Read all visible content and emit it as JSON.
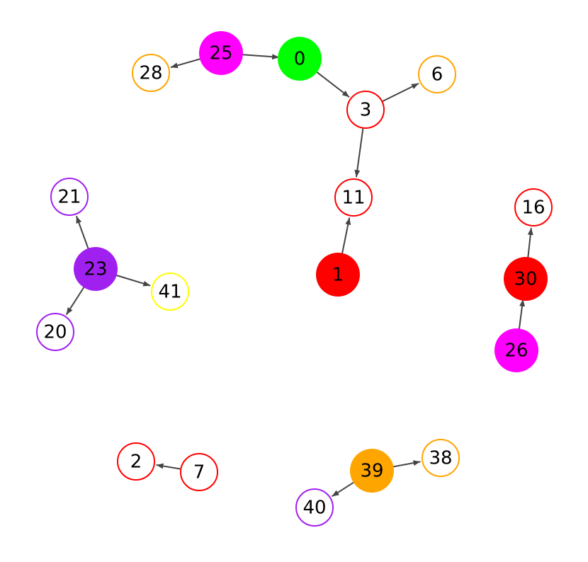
{
  "nodes": [
    {
      "id": "0",
      "label": "0",
      "fill": "#00ff00",
      "stroke": "#00ff00"
    },
    {
      "id": "25",
      "label": "25",
      "fill": "#ff00ff",
      "stroke": "#ff00ff"
    },
    {
      "id": "28",
      "label": "28",
      "fill": "#ffffff",
      "stroke": "#ffa500"
    },
    {
      "id": "3",
      "label": "3",
      "fill": "#ffffff",
      "stroke": "#ff0000"
    },
    {
      "id": "6",
      "label": "6",
      "fill": "#ffffff",
      "stroke": "#ffa500"
    },
    {
      "id": "11",
      "label": "11",
      "fill": "#ffffff",
      "stroke": "#ff0000"
    },
    {
      "id": "1",
      "label": "1",
      "fill": "#ff0000",
      "stroke": "#ff0000"
    },
    {
      "id": "16",
      "label": "16",
      "fill": "#ffffff",
      "stroke": "#ff0000"
    },
    {
      "id": "30",
      "label": "30",
      "fill": "#ff0000",
      "stroke": "#ff0000"
    },
    {
      "id": "26",
      "label": "26",
      "fill": "#ff00ff",
      "stroke": "#ff00ff"
    },
    {
      "id": "21",
      "label": "21",
      "fill": "#ffffff",
      "stroke": "#a020f0"
    },
    {
      "id": "23",
      "label": "23",
      "fill": "#a020f0",
      "stroke": "#a020f0"
    },
    {
      "id": "41",
      "label": "41",
      "fill": "#ffffff",
      "stroke": "#ffff00"
    },
    {
      "id": "20",
      "label": "20",
      "fill": "#ffffff",
      "stroke": "#a020f0"
    },
    {
      "id": "2",
      "label": "2",
      "fill": "#ffffff",
      "stroke": "#ff0000"
    },
    {
      "id": "7",
      "label": "7",
      "fill": "#ffffff",
      "stroke": "#ff0000"
    },
    {
      "id": "39",
      "label": "39",
      "fill": "#ffa500",
      "stroke": "#ffa500"
    },
    {
      "id": "38",
      "label": "38",
      "fill": "#ffffff",
      "stroke": "#ffa500"
    },
    {
      "id": "40",
      "label": "40",
      "fill": "#ffffff",
      "stroke": "#a020f0"
    }
  ],
  "edges": [
    {
      "from": "25",
      "to": "0"
    },
    {
      "from": "25",
      "to": "28"
    },
    {
      "from": "0",
      "to": "3"
    },
    {
      "from": "3",
      "to": "6"
    },
    {
      "from": "3",
      "to": "11"
    },
    {
      "from": "1",
      "to": "11"
    },
    {
      "from": "30",
      "to": "16"
    },
    {
      "from": "26",
      "to": "30"
    },
    {
      "from": "23",
      "to": "21"
    },
    {
      "from": "23",
      "to": "41"
    },
    {
      "from": "23",
      "to": "20"
    },
    {
      "from": "7",
      "to": "2"
    },
    {
      "from": "39",
      "to": "38"
    },
    {
      "from": "39",
      "to": "40"
    }
  ],
  "colors": {
    "edge": "#444444",
    "label": "#000000"
  }
}
